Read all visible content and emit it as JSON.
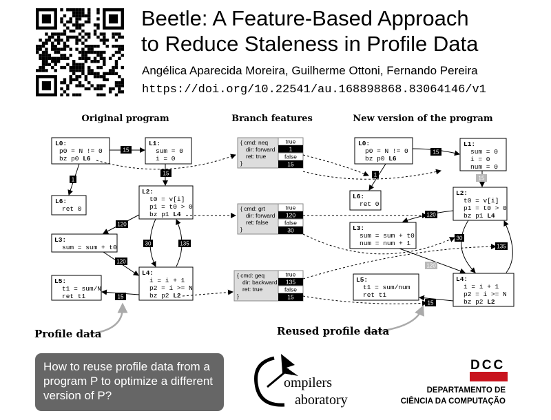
{
  "header": {
    "title_line1": "Beetle: A Feature-Based Approach",
    "title_line2": "to Reduce Staleness in Profile Data",
    "authors": "Angélica Aparecida Moreira, Guilherme Ottoni, Fernando Pereira",
    "doi": "https://doi.org/10.22541/au.168898868.83064146/v1"
  },
  "columns": {
    "original": "Original program",
    "features": "Branch features",
    "new": "New version of the program"
  },
  "original_blocks": {
    "L0": {
      "label": "L0:",
      "l1": "p0 = N != 0",
      "l2": "bz p0 ",
      "l2b": "L6"
    },
    "L1": {
      "label": "L1:",
      "l1": "sum = 0",
      "l2": "i = 0"
    },
    "L2": {
      "label": "L2:",
      "l1": "t0 = v[i]",
      "l2": "p1 = t0 > 0",
      "l3": "bz p1 ",
      "l3b": "L4"
    },
    "L3": {
      "label": "L3:",
      "l1": "sum = sum + t0"
    },
    "L4": {
      "label": "L4:",
      "l1": "i = i + 1",
      "l2": "p2 = i >= N",
      "l3": "bz p2 ",
      "l3b": "L2"
    },
    "L5": {
      "label": "L5:",
      "l1": "t1 = sum/N",
      "l2": "ret t1"
    },
    "L6": {
      "label": "L6:",
      "l1": "ret 0"
    }
  },
  "original_edges": {
    "e01": "15",
    "e12": "15",
    "e06": "1",
    "e23": "120",
    "e24": "30",
    "e42": "135",
    "e34": "120",
    "e45": "15"
  },
  "features": [
    {
      "cmd": "{ cmd: neq",
      "dir": "dir: forward",
      "ret": "ret: true",
      "close": "}",
      "t": "true",
      "tv": "1",
      "f": "false",
      "fv": "15"
    },
    {
      "cmd": "{ cmd: grt",
      "dir": "dir: forward",
      "ret": "ret: false",
      "close": "}",
      "t": "true",
      "tv": "120",
      "f": "false",
      "fv": "30"
    },
    {
      "cmd": "{ cmd: geq",
      "dir": "dir: backward",
      "ret": "ret: true",
      "close": "}",
      "t": "true",
      "tv": "135",
      "f": "false",
      "fv": "15"
    }
  ],
  "new_blocks": {
    "L0": {
      "label": "L0:",
      "l1": "p0 = N != 0",
      "l2": "bz p0 ",
      "l2b": "L6"
    },
    "L1": {
      "label": "L1:",
      "l1": "sum = 0",
      "l2": "i = 0",
      "l3": "num = 0"
    },
    "L2": {
      "label": "L2:",
      "l1": "t0 = v[i]",
      "l2": "p1 = t0 > 0",
      "l3": "bz p1 ",
      "l3b": "L4"
    },
    "L3": {
      "label": "L3:",
      "l1": "sum = sum + t0",
      "l2": "num = num + 1"
    },
    "L4": {
      "label": "L4:",
      "l1": "i = i + 1",
      "l2": "p2 = i >= N",
      "l3": "bz p2 ",
      "l3b": "L2"
    },
    "L5": {
      "label": "L5:",
      "l1": "t1 = sum/num",
      "l2": "ret t1"
    },
    "L6": {
      "label": "L6:",
      "l1": "ret 0"
    }
  },
  "new_edges": {
    "e01": "15",
    "e06": "1",
    "e12": "15",
    "e23": "120",
    "e24": "30",
    "e42": "135",
    "e34": "120",
    "e45": "15"
  },
  "annotations": {
    "profile": "Profile data",
    "reused": "Reused profile data"
  },
  "question": "How to reuse profile data from a program P to optimize a different version of P?",
  "lab_logo": {
    "top": "ompilers",
    "bottom": "aboratory"
  },
  "dcc": {
    "abbr": "DCC",
    "line1": "DEPARTAMENTO DE",
    "line2": "CIÊNCIA DA COMPUTAÇÃO"
  },
  "colors": {
    "dcc_red": "#c8141e",
    "question_bg": "#666666",
    "edge_badge": "#000000",
    "reused_badge": "#b8b8b8"
  }
}
